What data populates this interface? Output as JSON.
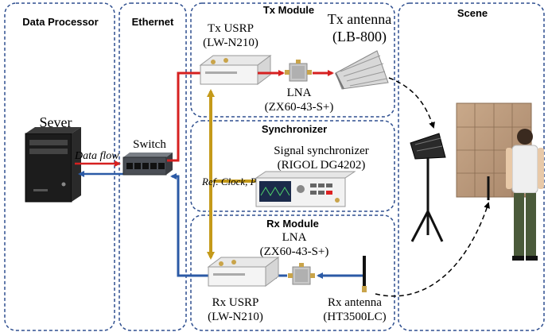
{
  "panels": {
    "data_processor": "Data Processor",
    "ethernet": "Ethernet",
    "tx_module": "Tx Module",
    "synchronizer": "Synchronizer",
    "rx_module": "Rx Module",
    "scene": "Scene"
  },
  "labels": {
    "server": "Sever",
    "data_flow": "Data flow",
    "switch": "Switch",
    "tx_usrp": "Tx USRP",
    "tx_usrp_model": "(LW-N210)",
    "tx_lna": "LNA",
    "tx_lna_model": "(ZX60-43-S+)",
    "tx_antenna": "Tx antenna",
    "tx_antenna_model": "(LB-800)",
    "signal_sync": "Signal synchronizer",
    "signal_sync_model": "(RIGOL DG4202)",
    "ref_clock": "Ref. Clock, PPS",
    "rx_lna": "LNA",
    "rx_lna_model": "(ZX60-43-S+)",
    "rx_usrp": "Rx USRP",
    "rx_usrp_model": "(LW-N210)",
    "rx_antenna": "Rx antenna",
    "rx_antenna_model": "(HT3500LC)"
  },
  "colors": {
    "panel_border": "#2f4f8f",
    "red_path": "#d62020",
    "blue_path": "#2b5aa6",
    "gold_path": "#c49a1a"
  }
}
